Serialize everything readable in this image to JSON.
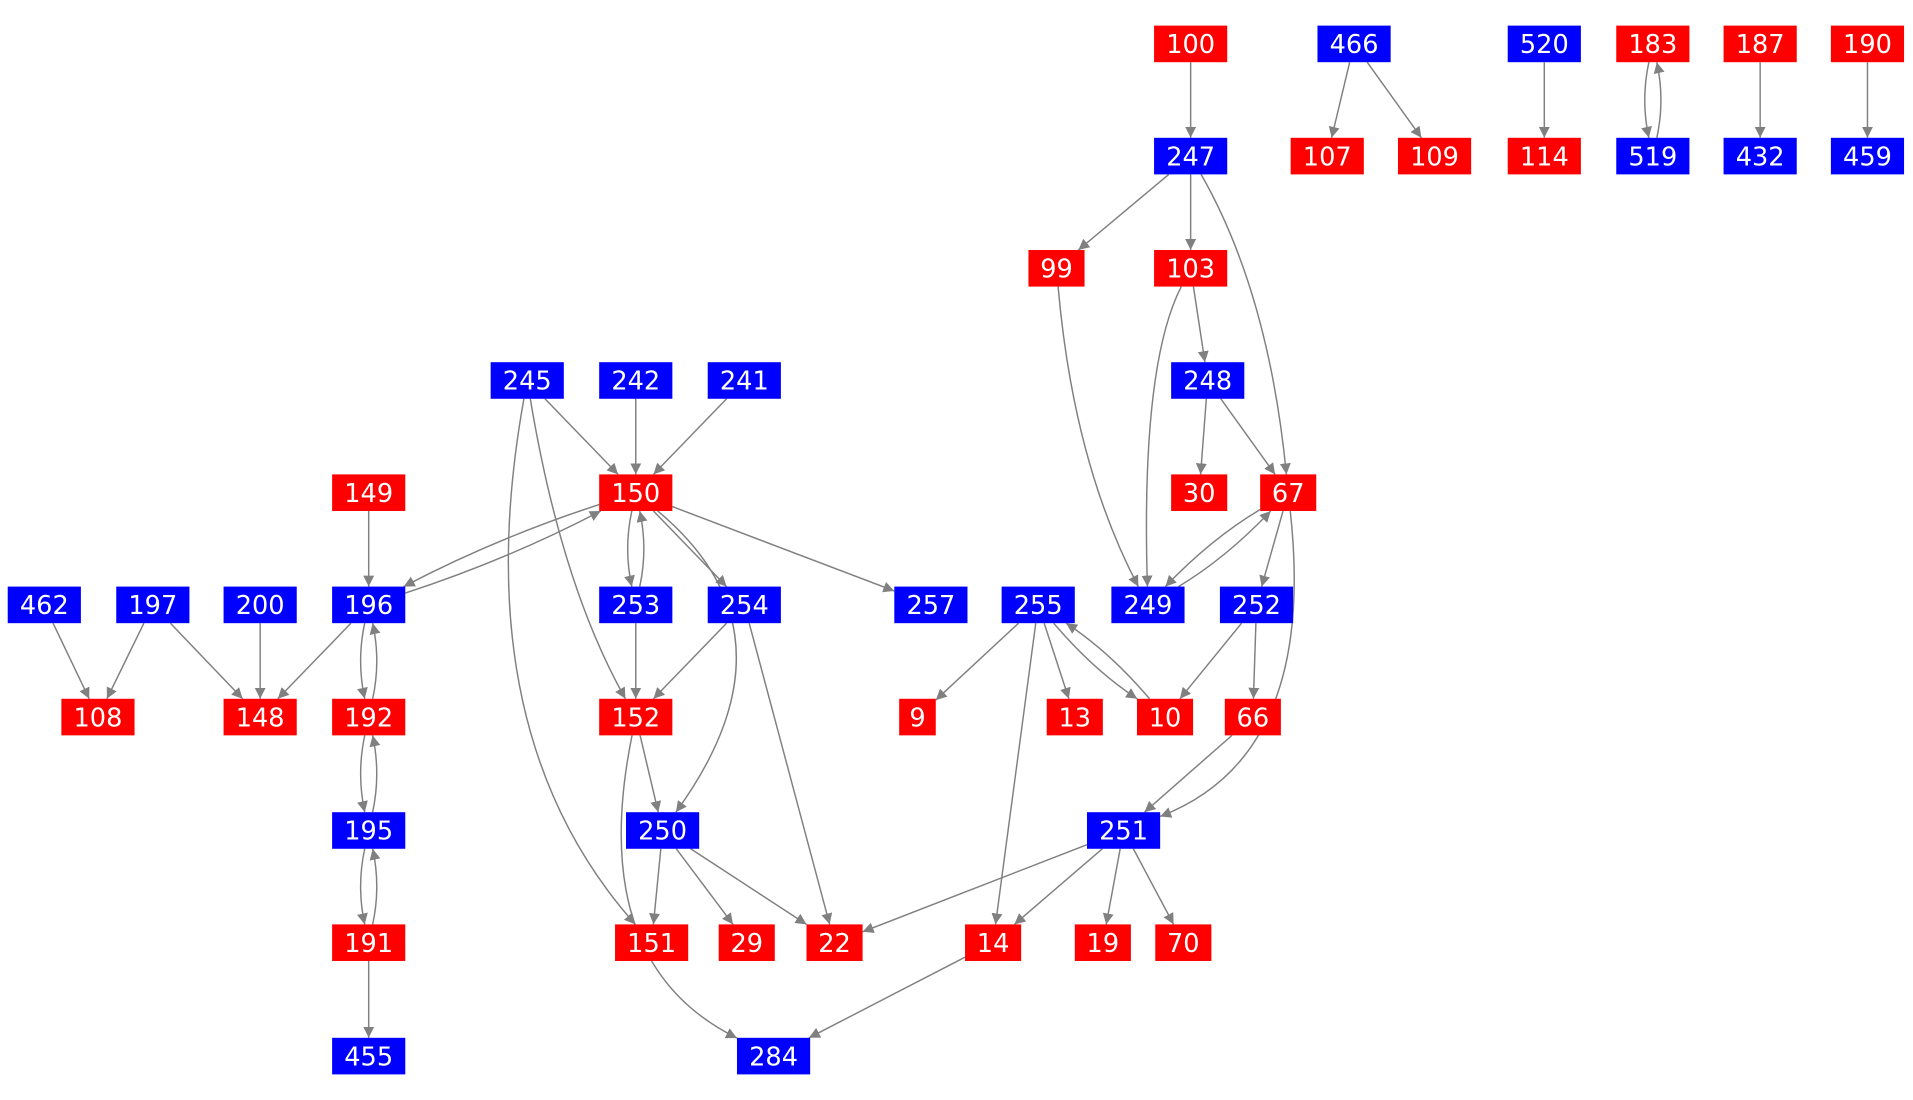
{
  "colors": {
    "red": "#ff0000",
    "blue": "#0000ff",
    "edge": "#808080",
    "label": "#ffffff"
  },
  "nodes": [
    {
      "id": "100",
      "color": "red"
    },
    {
      "id": "466",
      "color": "blue"
    },
    {
      "id": "520",
      "color": "blue"
    },
    {
      "id": "183",
      "color": "red"
    },
    {
      "id": "187",
      "color": "red"
    },
    {
      "id": "190",
      "color": "red"
    },
    {
      "id": "247",
      "color": "blue"
    },
    {
      "id": "107",
      "color": "red"
    },
    {
      "id": "109",
      "color": "red"
    },
    {
      "id": "114",
      "color": "red"
    },
    {
      "id": "519",
      "color": "blue"
    },
    {
      "id": "432",
      "color": "blue"
    },
    {
      "id": "459",
      "color": "blue"
    },
    {
      "id": "99",
      "color": "red"
    },
    {
      "id": "103",
      "color": "red"
    },
    {
      "id": "245",
      "color": "blue"
    },
    {
      "id": "242",
      "color": "blue"
    },
    {
      "id": "241",
      "color": "blue"
    },
    {
      "id": "248",
      "color": "blue"
    },
    {
      "id": "149",
      "color": "red"
    },
    {
      "id": "150",
      "color": "red"
    },
    {
      "id": "30",
      "color": "red"
    },
    {
      "id": "67",
      "color": "red"
    },
    {
      "id": "462",
      "color": "blue"
    },
    {
      "id": "197",
      "color": "blue"
    },
    {
      "id": "200",
      "color": "blue"
    },
    {
      "id": "196",
      "color": "blue"
    },
    {
      "id": "253",
      "color": "blue"
    },
    {
      "id": "254",
      "color": "blue"
    },
    {
      "id": "257",
      "color": "blue"
    },
    {
      "id": "255",
      "color": "blue"
    },
    {
      "id": "249",
      "color": "blue"
    },
    {
      "id": "252",
      "color": "blue"
    },
    {
      "id": "108",
      "color": "red"
    },
    {
      "id": "148",
      "color": "red"
    },
    {
      "id": "192",
      "color": "red"
    },
    {
      "id": "152",
      "color": "red"
    },
    {
      "id": "9",
      "color": "red"
    },
    {
      "id": "13",
      "color": "red"
    },
    {
      "id": "10",
      "color": "red"
    },
    {
      "id": "66",
      "color": "red"
    },
    {
      "id": "195",
      "color": "blue"
    },
    {
      "id": "250",
      "color": "blue"
    },
    {
      "id": "251",
      "color": "blue"
    },
    {
      "id": "191",
      "color": "red"
    },
    {
      "id": "151",
      "color": "red"
    },
    {
      "id": "29",
      "color": "red"
    },
    {
      "id": "22",
      "color": "red"
    },
    {
      "id": "14",
      "color": "red"
    },
    {
      "id": "19",
      "color": "red"
    },
    {
      "id": "70",
      "color": "red"
    },
    {
      "id": "455",
      "color": "blue"
    },
    {
      "id": "284",
      "color": "blue"
    }
  ],
  "edges": [
    [
      "100",
      "247"
    ],
    [
      "466",
      "107"
    ],
    [
      "466",
      "109"
    ],
    [
      "520",
      "114"
    ],
    [
      "183",
      "519"
    ],
    [
      "519",
      "183"
    ],
    [
      "187",
      "432"
    ],
    [
      "190",
      "459"
    ],
    [
      "247",
      "99"
    ],
    [
      "247",
      "103"
    ],
    [
      "247",
      "67"
    ],
    [
      "103",
      "248"
    ],
    [
      "103",
      "249"
    ],
    [
      "99",
      "249"
    ],
    [
      "248",
      "30"
    ],
    [
      "248",
      "67"
    ],
    [
      "67",
      "249"
    ],
    [
      "249",
      "67"
    ],
    [
      "67",
      "252"
    ],
    [
      "67",
      "251"
    ],
    [
      "252",
      "10"
    ],
    [
      "252",
      "66"
    ],
    [
      "66",
      "251"
    ],
    [
      "255",
      "9"
    ],
    [
      "255",
      "13"
    ],
    [
      "255",
      "10"
    ],
    [
      "10",
      "255"
    ],
    [
      "255",
      "14"
    ],
    [
      "245",
      "150"
    ],
    [
      "245",
      "152"
    ],
    [
      "245",
      "151"
    ],
    [
      "242",
      "150"
    ],
    [
      "241",
      "150"
    ],
    [
      "149",
      "196"
    ],
    [
      "150",
      "196"
    ],
    [
      "196",
      "150"
    ],
    [
      "150",
      "253"
    ],
    [
      "253",
      "150"
    ],
    [
      "150",
      "254"
    ],
    [
      "150",
      "257"
    ],
    [
      "150",
      "250"
    ],
    [
      "196",
      "148"
    ],
    [
      "196",
      "192"
    ],
    [
      "192",
      "196"
    ],
    [
      "192",
      "195"
    ],
    [
      "195",
      "192"
    ],
    [
      "195",
      "191"
    ],
    [
      "191",
      "195"
    ],
    [
      "191",
      "455"
    ],
    [
      "462",
      "108"
    ],
    [
      "197",
      "108"
    ],
    [
      "197",
      "148"
    ],
    [
      "200",
      "148"
    ],
    [
      "253",
      "152"
    ],
    [
      "254",
      "152"
    ],
    [
      "254",
      "22"
    ],
    [
      "152",
      "250"
    ],
    [
      "152",
      "284"
    ],
    [
      "250",
      "151"
    ],
    [
      "250",
      "29"
    ],
    [
      "250",
      "22"
    ],
    [
      "251",
      "22"
    ],
    [
      "251",
      "14"
    ],
    [
      "251",
      "19"
    ],
    [
      "251",
      "70"
    ],
    [
      "14",
      "284"
    ]
  ]
}
